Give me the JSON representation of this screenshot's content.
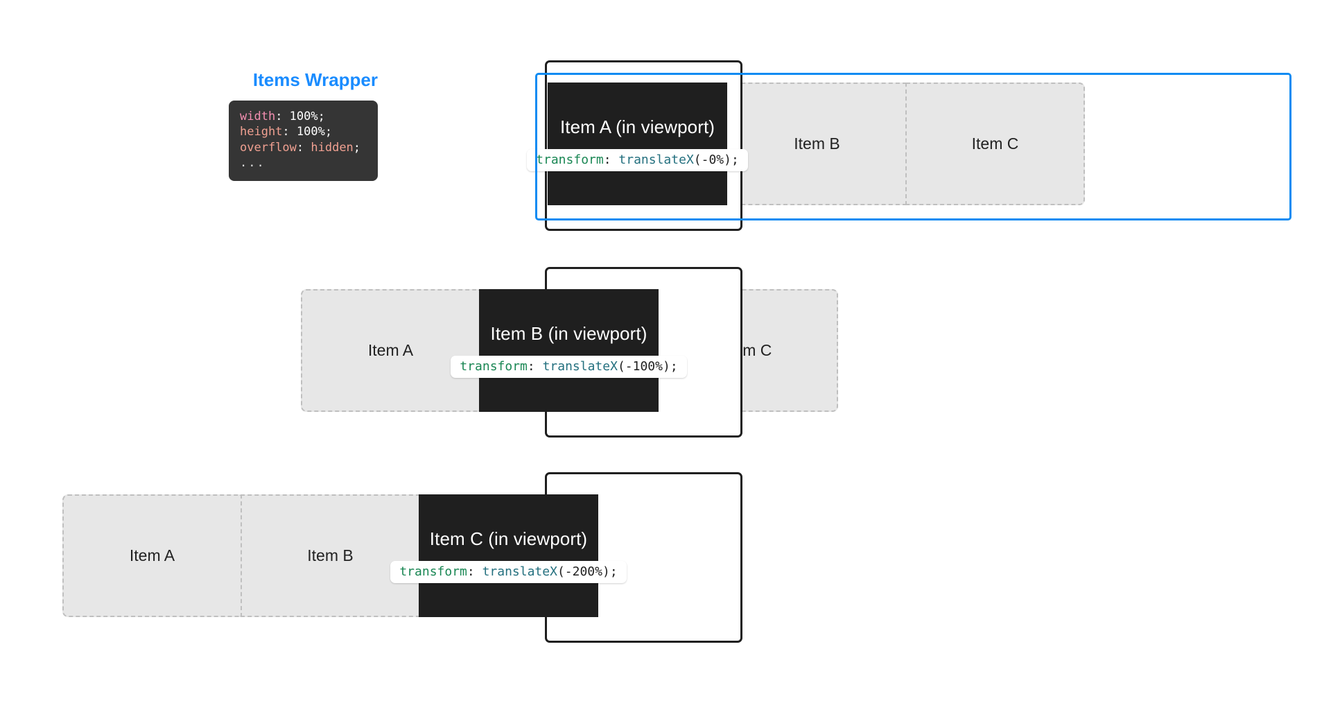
{
  "annotation": {
    "title": "Items Wrapper",
    "code": {
      "lines": [
        {
          "prop": "width",
          "sep": ": ",
          "value": "100%",
          "end": ";"
        },
        {
          "prop": "height",
          "sep": ": ",
          "value": "100%",
          "end": ";"
        },
        {
          "prop": "overflow",
          "sep": ": ",
          "value": "hidden",
          "end": ";"
        }
      ],
      "ellipsis": "..."
    }
  },
  "colors": {
    "accent_blue": "#0d8bf2",
    "label_blue": "#1a8cff",
    "active_bg": "#1f1f1f",
    "ghost_bg": "#e7e7e7",
    "ghost_border": "#bfbfbf",
    "code_bg": "#353535",
    "code_prop_pink": "#f48fb1",
    "code_prop_salmon": "#f0a091",
    "transform_keyword": "#1a8754",
    "transform_function": "#24707f"
  },
  "rows": [
    {
      "id": "row-a",
      "active_index": 0,
      "items": [
        {
          "label": "Item A (in viewport)",
          "active": true,
          "transform": {
            "property": "transform",
            "separator": ": ",
            "function": "translateX",
            "open": "(",
            "value": "-0%",
            "close": ")",
            "end": ";"
          }
        },
        {
          "label": "Item B",
          "active": false
        },
        {
          "label": "Item C",
          "active": false
        }
      ]
    },
    {
      "id": "row-b",
      "active_index": 1,
      "items": [
        {
          "label": "Item A",
          "active": false
        },
        {
          "label": "Item B (in viewport)",
          "active": true,
          "transform": {
            "property": "transform",
            "separator": ": ",
            "function": "translateX",
            "open": "(",
            "value": "-100%",
            "close": ")",
            "end": ";"
          }
        },
        {
          "label": "Item C",
          "active": false
        }
      ]
    },
    {
      "id": "row-c",
      "active_index": 2,
      "items": [
        {
          "label": "Item A",
          "active": false
        },
        {
          "label": "Item B",
          "active": false
        },
        {
          "label": "Item C (in viewport)",
          "active": true,
          "transform": {
            "property": "transform",
            "separator": ": ",
            "function": "translateX",
            "open": "(",
            "value": "-200%",
            "close": ")",
            "end": ";"
          }
        }
      ]
    }
  ]
}
